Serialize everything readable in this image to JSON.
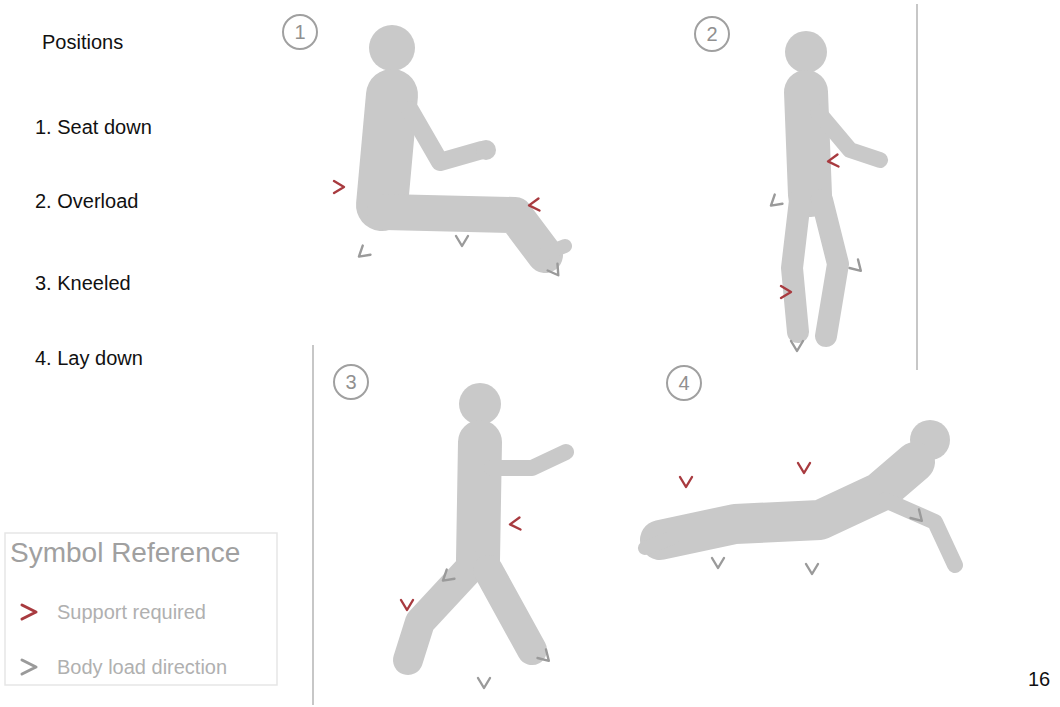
{
  "diagram": {
    "title": "Positions",
    "nodes": [
      {
        "text": [
          "1"
        ]
      },
      {
        "text": [
          "2"
        ]
      },
      {
        "text": [
          "3"
        ]
      },
      {
        "text": [
          "4"
        ]
      }
    ],
    "labels": [
      "1. Seat down",
      "2. Overload",
      "3. Kneeled",
      "4. Lay down",
      "Symbol Reference",
      "16"
    ],
    "legend": [
      {
        "text": "Support required"
      },
      {
        "text": "Body load direction"
      }
    ]
  }
}
